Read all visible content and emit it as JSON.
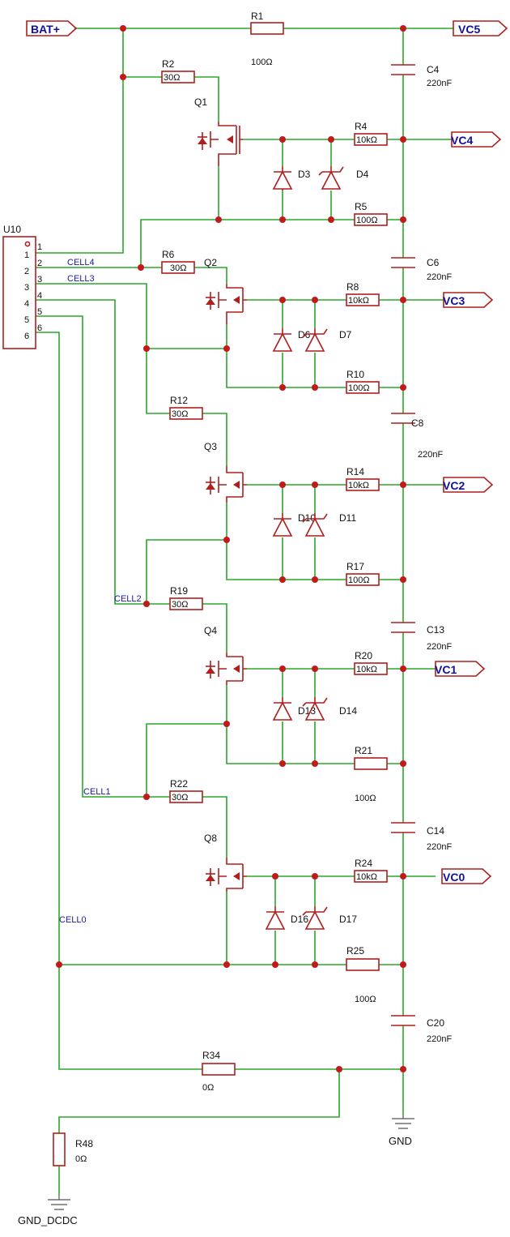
{
  "ports": {
    "bat": "BAT+",
    "vc5": "VC5",
    "vc4": "VC4",
    "vc3": "VC3",
    "vc2": "VC2",
    "vc1": "VC1",
    "vc0": "VC0"
  },
  "connector": {
    "ref": "U10",
    "pins": [
      "1",
      "2",
      "3",
      "4",
      "5",
      "6"
    ]
  },
  "nets": {
    "cell4": "CELL4",
    "cell3": "CELL3",
    "cell2": "CELL2",
    "cell1": "CELL1",
    "cell0": "CELL0"
  },
  "resistors": {
    "r1": {
      "ref": "R1",
      "value": "100Ω"
    },
    "r2": {
      "ref": "R2",
      "value": "30Ω"
    },
    "r4": {
      "ref": "R4",
      "value": "10kΩ"
    },
    "r5": {
      "ref": "R5",
      "value": "100Ω"
    },
    "r6": {
      "ref": "R6",
      "value": "30Ω"
    },
    "r8": {
      "ref": "R8",
      "value": "10kΩ"
    },
    "r10": {
      "ref": "R10",
      "value": "100Ω"
    },
    "r12": {
      "ref": "R12",
      "value": "30Ω"
    },
    "r14": {
      "ref": "R14",
      "value": "10kΩ"
    },
    "r17": {
      "ref": "R17",
      "value": "100Ω"
    },
    "r19": {
      "ref": "R19",
      "value": "30Ω"
    },
    "r20": {
      "ref": "R20",
      "value": "10kΩ"
    },
    "r21": {
      "ref": "R21",
      "value": "100Ω"
    },
    "r22": {
      "ref": "R22",
      "value": "30Ω"
    },
    "r24": {
      "ref": "R24",
      "value": "10kΩ"
    },
    "r25": {
      "ref": "R25",
      "value": "100Ω"
    },
    "r34": {
      "ref": "R34",
      "value": "0Ω"
    },
    "r48": {
      "ref": "R48",
      "value": "0Ω"
    }
  },
  "capacitors": {
    "c4": {
      "ref": "C4",
      "value": "220nF"
    },
    "c6": {
      "ref": "C6",
      "value": "220nF"
    },
    "c8": {
      "ref": "C8",
      "value": "220nF"
    },
    "c13": {
      "ref": "C13",
      "value": "220nF"
    },
    "c14": {
      "ref": "C14",
      "value": "220nF"
    },
    "c20": {
      "ref": "C20",
      "value": "220nF"
    }
  },
  "mosfets": {
    "q1": "Q1",
    "q2": "Q2",
    "q3": "Q3",
    "q4": "Q4",
    "q8": "Q8"
  },
  "diodes": {
    "d3": "D3",
    "d4": "D4",
    "d6": "D6",
    "d7": "D7",
    "d10": "D10",
    "d11": "D11",
    "d13": "D13",
    "d14": "D14",
    "d16": "D16",
    "d17": "D17"
  },
  "grounds": {
    "gnd": "GND",
    "gnd_dcdc": "GND_DCDC"
  }
}
